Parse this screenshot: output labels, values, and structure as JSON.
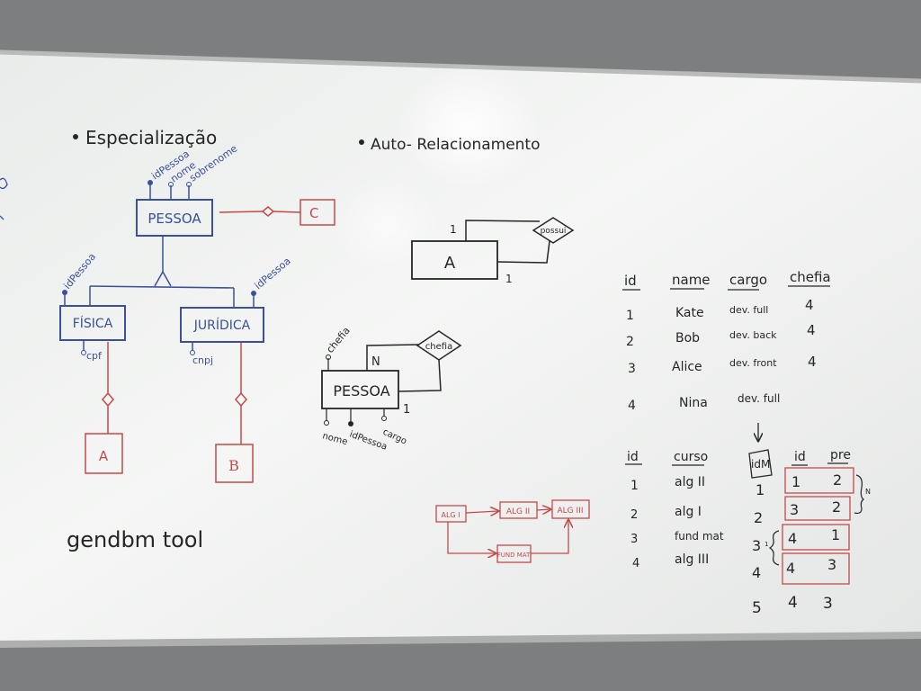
{
  "left": {
    "heading": "Especialização",
    "entity": "PESSOA",
    "entity_attrs": [
      "idPessoa",
      "nome",
      "sobrenome"
    ],
    "related": "C",
    "sub1": "FÍSICA",
    "sub1_attr_top": "idPessoa",
    "sub1_attr_bottom": "cpf",
    "sub2": "JURÍDICA",
    "sub2_attr_top": "idPessoa",
    "sub2_attr_bottom": "cnpj",
    "box_a": "A",
    "box_b": "B",
    "tool": "gendbm tool"
  },
  "middle": {
    "heading": "Auto- Relacionamento",
    "entity_a": "A",
    "rel_a": "possui",
    "card_a_top": "1",
    "card_a_bottom": "1",
    "entity_p": "PESSOA",
    "rel_p": "chefia",
    "card_n": "N",
    "card_1": "1",
    "attr_top": "chefia",
    "attrs_bottom": [
      "nome",
      "idPessoa",
      "cargo"
    ],
    "flow_nodes": [
      "ALG I",
      "ALG II",
      "ALG III",
      "FUND MAT"
    ]
  },
  "table1": {
    "headers": [
      "id",
      "name",
      "cargo",
      "chefia"
    ],
    "rows": [
      [
        "1",
        "Kate",
        "dev. full",
        "4"
      ],
      [
        "2",
        "Bob",
        "dev. back",
        "4"
      ],
      [
        "3",
        "Alice",
        "dev. front",
        "4"
      ],
      [
        "4",
        "Nina",
        "dev. full",
        ""
      ]
    ]
  },
  "table2": {
    "headers": [
      "id",
      "curso"
    ],
    "rows": [
      [
        "1",
        "alg II"
      ],
      [
        "2",
        "alg I"
      ],
      [
        "3",
        "fund mat"
      ],
      [
        "4",
        "alg III"
      ]
    ]
  },
  "table3": {
    "label": "idM",
    "headers": [
      "id",
      "pre"
    ],
    "rows": [
      [
        "1",
        "1",
        "2"
      ],
      [
        "2",
        "3",
        "2"
      ],
      [
        "3",
        "4",
        "1"
      ],
      [
        "4",
        "4",
        "3"
      ],
      [
        "5",
        "4",
        "3"
      ]
    ],
    "mark_n": "N",
    "mark_1": "1"
  },
  "colors": {
    "wall": "#7d7e80",
    "board": "#eef0ef",
    "black_ink": "#262626",
    "blue_ink": "#3b4f9a",
    "red_ink": "#c44a4a"
  }
}
